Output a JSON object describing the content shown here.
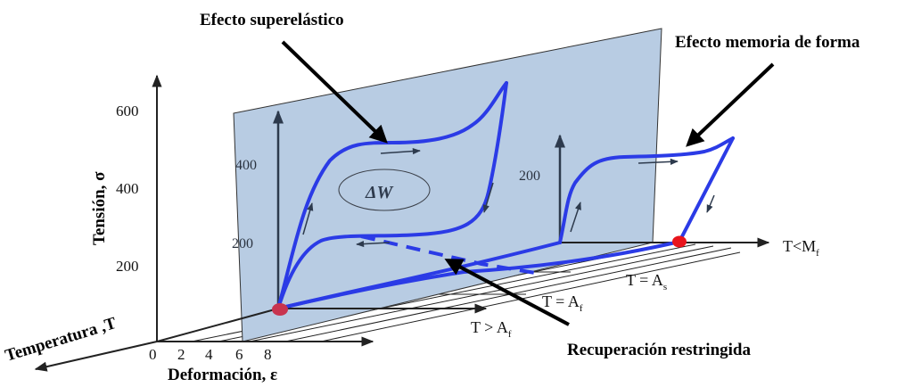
{
  "title": "Diagrama tensión–deformación–temperatura de aleaciones con memoria de forma",
  "callouts": {
    "superelastic": "Efecto superelástico",
    "shape_memory": "Efecto memoria de forma",
    "restricted_recovery": "Recuperación restringida"
  },
  "axes": {
    "stress_label": "Tensión, σ",
    "strain_label": "Deformación, ε",
    "temperature_label": "Temperatura ,T",
    "stress_ticks": [
      "200",
      "400",
      "600"
    ],
    "strain_ticks": [
      "0",
      "2",
      "4",
      "6",
      "8"
    ]
  },
  "planes": {
    "superelastic_plane_ticks": [
      "200",
      "400"
    ],
    "shape_memory_plane_ticks": [
      "200"
    ]
  },
  "temperature_levels": [
    {
      "id": "t-gt-af",
      "main": "T > A",
      "sub": "f"
    },
    {
      "id": "t-eq-af",
      "main": "T = A",
      "sub": "f"
    },
    {
      "id": "t-eq-as",
      "main": "T = A",
      "sub": "s"
    },
    {
      "id": "t-lt-mf",
      "main": "T<M",
      "sub": "f"
    }
  ],
  "hysteresis_area_label": "ΔW",
  "colors": {
    "curve": "#2b3be6",
    "plane": "#b8cce3",
    "origin_marker": "#c8344f",
    "end_marker": "#e8141c"
  }
}
